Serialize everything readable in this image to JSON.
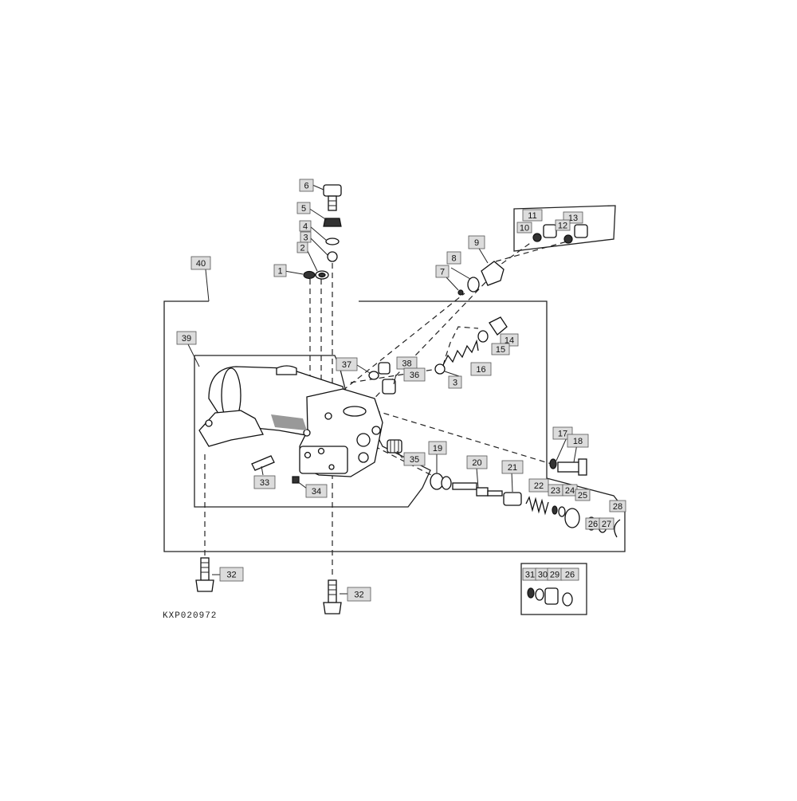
{
  "figure": {
    "reference_code": "KXP020972",
    "callouts": [
      {
        "id": "c6",
        "label": "6"
      },
      {
        "id": "c5",
        "label": "5"
      },
      {
        "id": "c4",
        "label": "4"
      },
      {
        "id": "c3a",
        "label": "3"
      },
      {
        "id": "c2",
        "label": "2"
      },
      {
        "id": "c1",
        "label": "1"
      },
      {
        "id": "c40",
        "label": "40"
      },
      {
        "id": "c39",
        "label": "39"
      },
      {
        "id": "c11",
        "label": "11"
      },
      {
        "id": "c10",
        "label": "10"
      },
      {
        "id": "c13",
        "label": "13"
      },
      {
        "id": "c12",
        "label": "12"
      },
      {
        "id": "c9",
        "label": "9"
      },
      {
        "id": "c8",
        "label": "8"
      },
      {
        "id": "c7",
        "label": "7"
      },
      {
        "id": "c14",
        "label": "14"
      },
      {
        "id": "c15",
        "label": "15"
      },
      {
        "id": "c16",
        "label": "16"
      },
      {
        "id": "c3b",
        "label": "3"
      },
      {
        "id": "c37",
        "label": "37"
      },
      {
        "id": "c38",
        "label": "38"
      },
      {
        "id": "c36",
        "label": "36"
      },
      {
        "id": "c35",
        "label": "35"
      },
      {
        "id": "c33",
        "label": "33"
      },
      {
        "id": "c34",
        "label": "34"
      },
      {
        "id": "c17",
        "label": "17"
      },
      {
        "id": "c18",
        "label": "18"
      },
      {
        "id": "c19",
        "label": "19"
      },
      {
        "id": "c20",
        "label": "20"
      },
      {
        "id": "c21",
        "label": "21"
      },
      {
        "id": "c22",
        "label": "22"
      },
      {
        "id": "c23",
        "label": "23"
      },
      {
        "id": "c24",
        "label": "24"
      },
      {
        "id": "c25",
        "label": "25"
      },
      {
        "id": "c26a",
        "label": "26"
      },
      {
        "id": "c27",
        "label": "27"
      },
      {
        "id": "c28",
        "label": "28"
      },
      {
        "id": "c32a",
        "label": "32"
      },
      {
        "id": "c32b",
        "label": "32"
      },
      {
        "id": "c31",
        "label": "31"
      },
      {
        "id": "c30",
        "label": "30"
      },
      {
        "id": "c29",
        "label": "29"
      },
      {
        "id": "c26b",
        "label": "26"
      }
    ]
  }
}
